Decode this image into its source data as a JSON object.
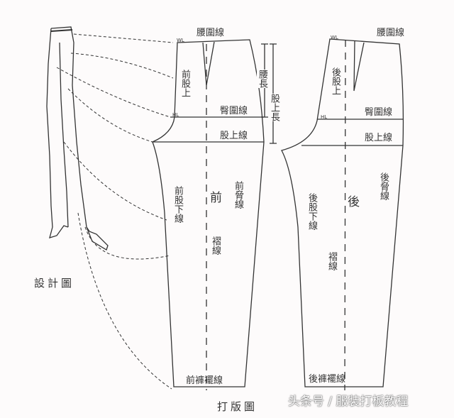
{
  "design_label": "設計圖",
  "pattern_label": "打版圖",
  "watermark": "头条号 / 服装打板教程",
  "front": {
    "wl": "WL",
    "hl": "HL",
    "waist_line": "腰圍線",
    "hip_line": "臀圍線",
    "crotch_line": "股上線",
    "rise": "前股上",
    "center": "前",
    "side_seam": "前脅線",
    "inseam": "前股下線",
    "crease": "褶線",
    "hem": "前褲襬線",
    "waist_length": "腰長",
    "rise_length": "股上長"
  },
  "back": {
    "wl": "WL",
    "hl": "HL",
    "waist_line": "腰圍線",
    "hip_line": "臀圍線",
    "crotch_line": "股上線",
    "rise": "後股上",
    "center": "後",
    "side_seam": "後脅線",
    "inseam": "後股下線",
    "crease": "褶線",
    "hem": "後褲襬線"
  }
}
